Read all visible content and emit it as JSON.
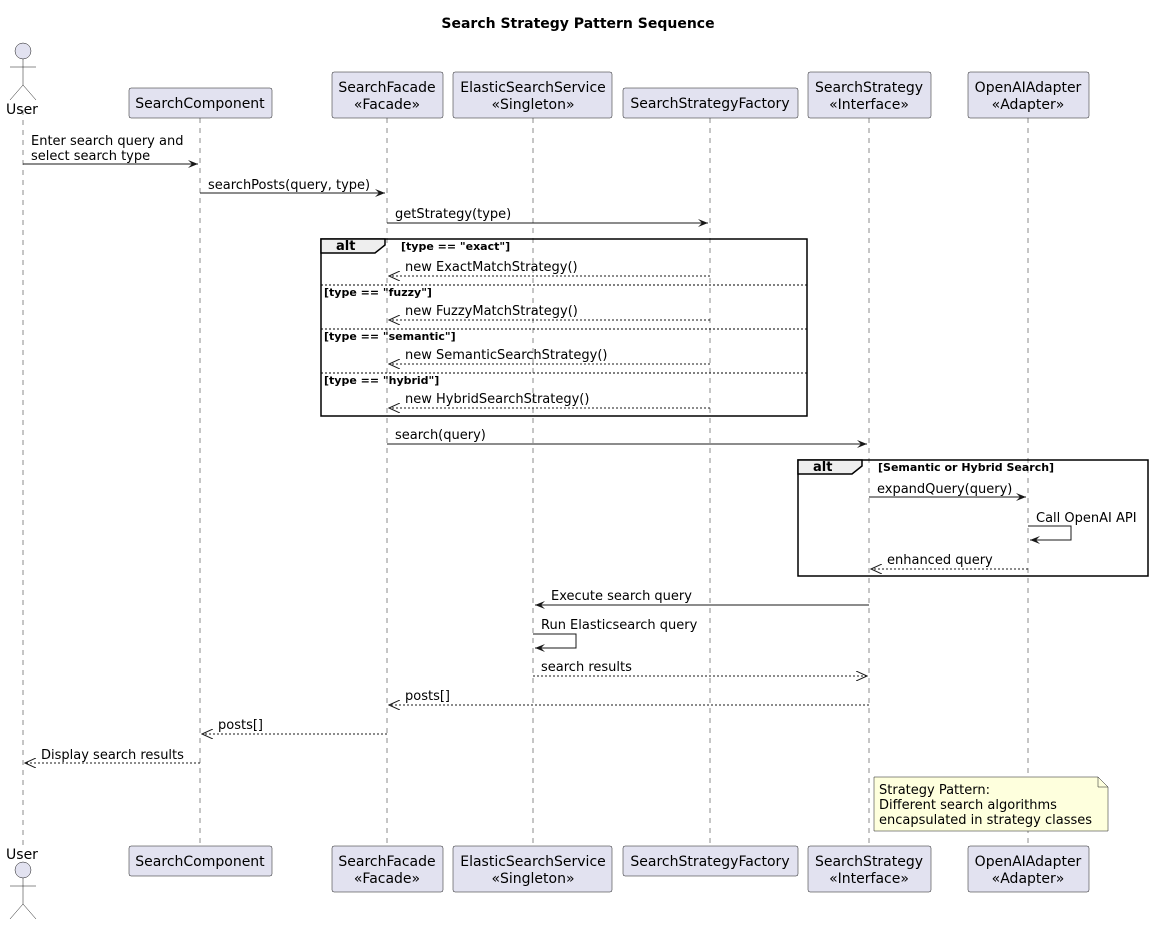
{
  "title": "Search Strategy Pattern Sequence",
  "participants": {
    "user": "User",
    "search_component": "SearchComponent",
    "search_facade": "SearchFacade",
    "search_facade_stereo": "«Facade»",
    "elastic_service": "ElasticSearchService",
    "elastic_service_stereo": "«Singleton»",
    "strategy_factory": "SearchStrategyFactory",
    "search_strategy": "SearchStrategy",
    "search_strategy_stereo": "«Interface»",
    "openai_adapter": "OpenAIAdapter",
    "openai_adapter_stereo": "«Adapter»"
  },
  "messages": {
    "m1_line1": "Enter search query and",
    "m1_line2": "select search type",
    "m2": "searchPosts(query, type)",
    "m3": "getStrategy(type)",
    "m4": "new ExactMatchStrategy()",
    "m5": "new FuzzyMatchStrategy()",
    "m6": "new SemanticSearchStrategy()",
    "m7": "new HybridSearchStrategy()",
    "m8": "search(query)",
    "m9": "expandQuery(query)",
    "m10": "Call OpenAI API",
    "m11": "enhanced query",
    "m12": "Execute search query",
    "m13": "Run Elasticsearch query",
    "m14": "search results",
    "m15": "posts[]",
    "m16": "posts[]",
    "m17": "Display search results"
  },
  "frames": {
    "alt_label": "alt",
    "alt1_guard1": "[type == \"exact\"]",
    "alt1_guard2": "[type == \"fuzzy\"]",
    "alt1_guard3": "[type == \"semantic\"]",
    "alt1_guard4": "[type == \"hybrid\"]",
    "alt2_guard1": "[Semantic or Hybrid Search]"
  },
  "note": {
    "line1": "Strategy Pattern:",
    "line2": "Different search algorithms",
    "line3": "encapsulated in strategy classes"
  }
}
